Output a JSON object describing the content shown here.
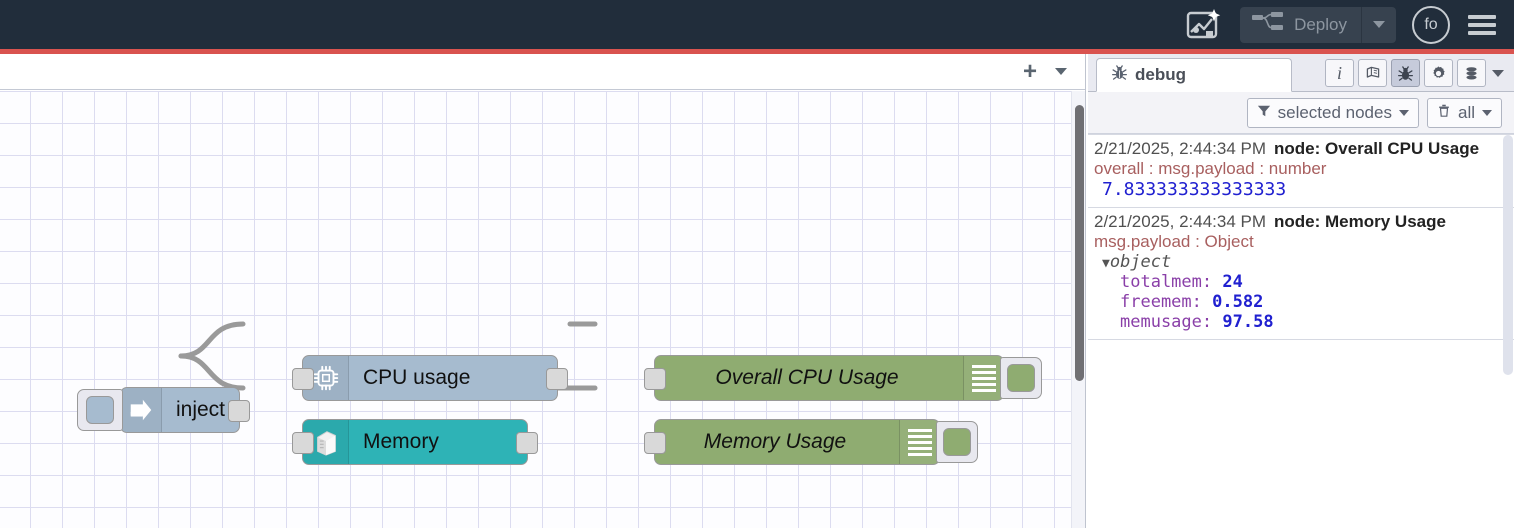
{
  "header": {
    "assist_icon": "flow-assistant-icon",
    "deploy_label": "Deploy",
    "deploy_icon": "deploy-node-icon",
    "deploy_caret_icon": "chevron-down-icon",
    "avatar_initials": "fo",
    "menu_icon": "hamburger-menu-icon",
    "bg_color": "#212d3b",
    "alert_bar_color": "#d9534f"
  },
  "canvas": {
    "add_tab_icon": "plus-icon",
    "tab_list_caret_icon": "chevron-down-icon",
    "nodes": [
      {
        "id": "inject",
        "label": "inject",
        "icon": "inject-arrow-icon",
        "color": "#a6bbcf",
        "has_left_button": true
      },
      {
        "id": "cpu",
        "label": "CPU usage",
        "icon": "cpu-chip-icon",
        "color": "#a6bbcf"
      },
      {
        "id": "memory",
        "label": "Memory",
        "icon": "server-tower-icon",
        "color": "#2eb3b6"
      },
      {
        "id": "debug-cpu",
        "label": "Overall CPU Usage",
        "icon": "debug-lines-icon",
        "color": "#8fac71",
        "has_right_button": true
      },
      {
        "id": "debug-mem",
        "label": "Memory Usage",
        "icon": "debug-lines-icon",
        "color": "#8fac71",
        "has_right_button": true
      }
    ]
  },
  "sidebar": {
    "tab": {
      "label": "debug",
      "icon": "bug-icon"
    },
    "tools": [
      {
        "name": "info-icon",
        "glyph": "i",
        "active": false
      },
      {
        "name": "library-book-icon",
        "glyph": "book",
        "active": false
      },
      {
        "name": "debug-bug-icon",
        "glyph": "bug",
        "active": true
      },
      {
        "name": "config-gear-icon",
        "glyph": "gear",
        "active": false
      },
      {
        "name": "context-data-icon",
        "glyph": "stack",
        "active": false
      }
    ],
    "tools_caret_icon": "chevron-down-icon",
    "filter": {
      "filter_icon": "funnel-icon",
      "filter_label": "selected nodes",
      "filter_caret_icon": "chevron-down-icon",
      "clear_icon": "trash-icon",
      "clear_label": "all",
      "clear_caret_icon": "chevron-down-icon"
    },
    "messages": [
      {
        "timestamp": "2/21/2025, 2:44:34 PM",
        "node": "node: Overall CPU Usage",
        "topic": "overall : msg.payload : number",
        "type": "value",
        "value": "7.833333333333333"
      },
      {
        "timestamp": "2/21/2025, 2:44:34 PM",
        "node": "node: Memory Usage",
        "topic": "msg.payload : Object",
        "type": "object",
        "object_label": "object",
        "expand_icon": "triangle-down-icon",
        "properties": [
          {
            "key": "totalmem",
            "value": "24"
          },
          {
            "key": "freemem",
            "value": "0.582"
          },
          {
            "key": "memusage",
            "value": "97.58"
          }
        ]
      }
    ]
  }
}
